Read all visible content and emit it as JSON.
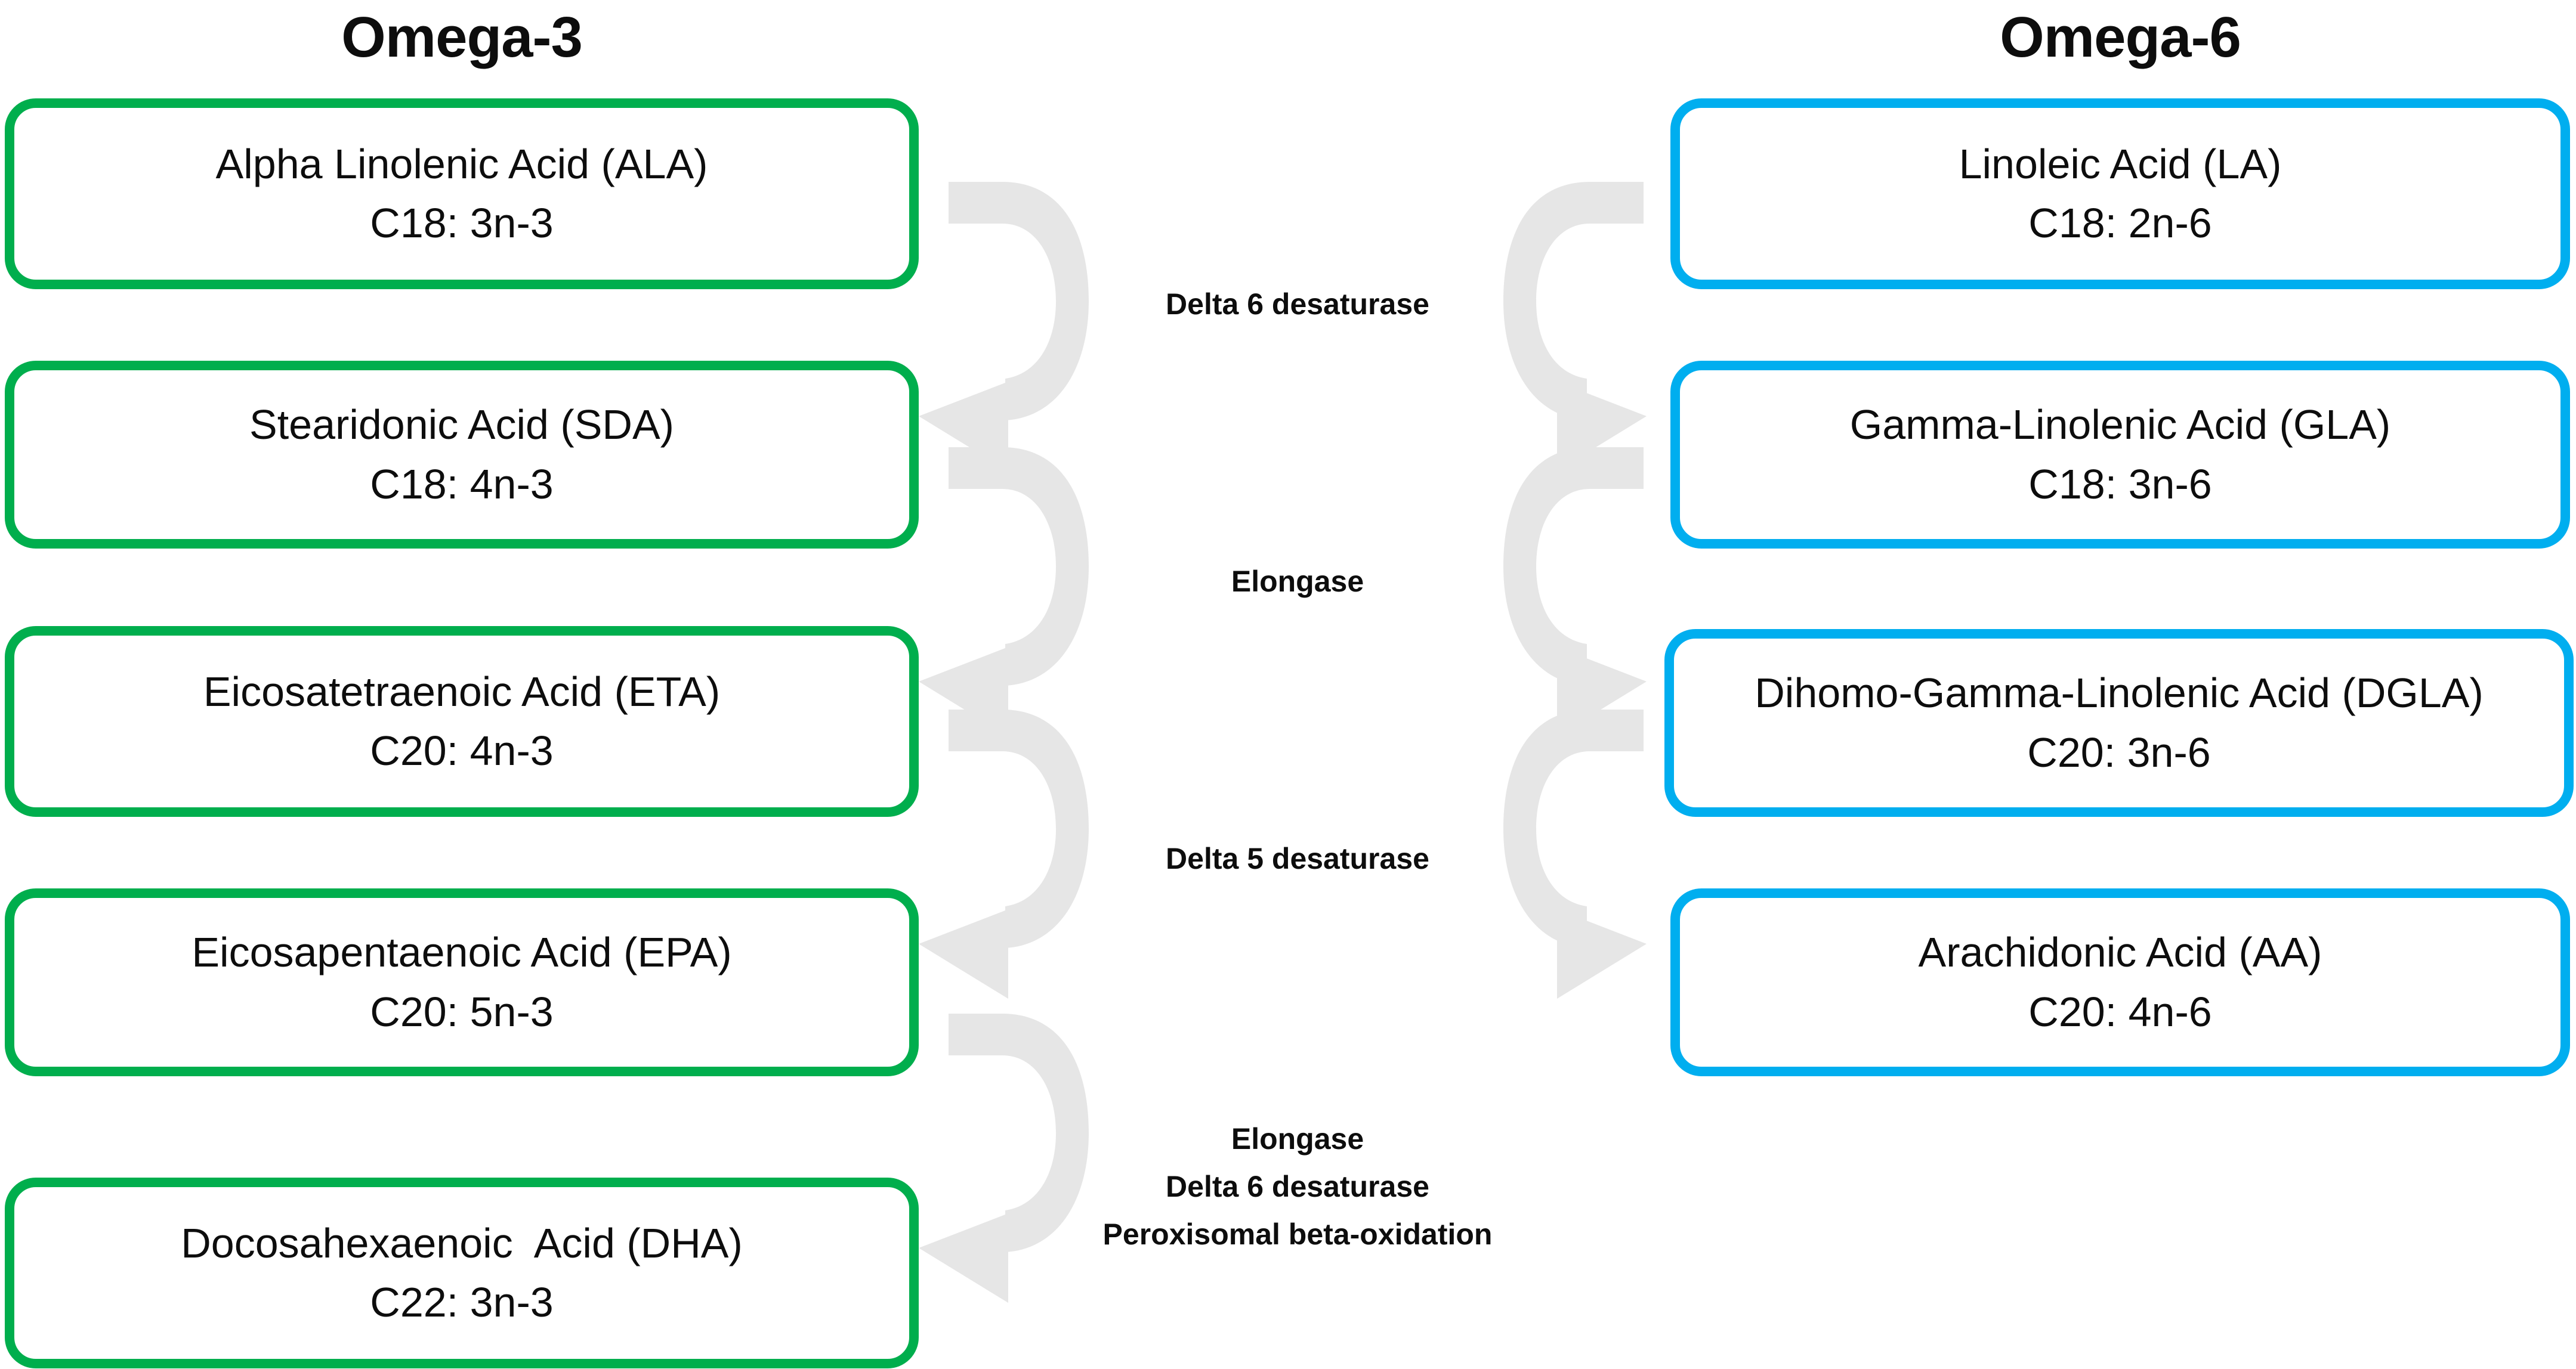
{
  "diagram": {
    "title_left": "Omega-3",
    "title_right": "Omega-6",
    "accent_green": "#00AE4D",
    "accent_blue": "#00AEEF",
    "arrow_gray": "#E6E6E6",
    "text_color": "#0D0D0D"
  },
  "omega3": {
    "heading": "Omega-3",
    "boxes": [
      {
        "name": "Alpha Linolenic Acid (ALA)",
        "code": "C18: 3n-3"
      },
      {
        "name": "Stearidonic Acid (SDA)",
        "code": "C18: 4n-3"
      },
      {
        "name": "Eicosatetraenoic Acid (ETA)",
        "code": "C20: 4n-3"
      },
      {
        "name": "Eicosapentaenoic Acid (EPA)",
        "code": "C20: 5n-3"
      },
      {
        "name": "Docosahexaenoic  Acid (DHA)",
        "code": "C22: 3n-3"
      }
    ]
  },
  "omega6": {
    "heading": "Omega-6",
    "boxes": [
      {
        "name": "Linoleic Acid (LA)",
        "code": "C18: 2n-6"
      },
      {
        "name": "Gamma-Linolenic Acid (GLA)",
        "code": "C18: 3n-6"
      },
      {
        "name": "Dihomo-Gamma-Linolenic Acid (DGLA)",
        "code": "C20: 3n-6"
      },
      {
        "name": "Arachidonic Acid (AA)",
        "code": "C20: 4n-6"
      }
    ]
  },
  "enzymes": [
    {
      "id": "delta6",
      "lines": [
        "Delta 6 desaturase"
      ]
    },
    {
      "id": "elong1",
      "lines": [
        "Elongase"
      ]
    },
    {
      "id": "delta5",
      "lines": [
        "Delta 5 desaturase"
      ]
    },
    {
      "id": "final",
      "lines": [
        "Elongase",
        "Delta 6 desaturase",
        "Peroxisomal beta-oxidation"
      ]
    }
  ],
  "enzyme_text": {
    "delta6": "Delta 6 desaturase",
    "elongase1": "Elongase",
    "delta5": "Delta 5 desaturase",
    "final_line1": "Elongase",
    "final_line2": "Delta 6 desaturase",
    "final_line3": "Peroxisomal beta-oxidation"
  },
  "arrows": {
    "left": [
      {
        "from": "Alpha Linolenic Acid (ALA)",
        "to": "Stearidonic Acid (SDA)",
        "enzyme": "Delta 6 desaturase"
      },
      {
        "from": "Stearidonic Acid (SDA)",
        "to": "Eicosatetraenoic Acid (ETA)",
        "enzyme": "Elongase"
      },
      {
        "from": "Eicosatetraenoic Acid (ETA)",
        "to": "Eicosapentaenoic Acid (EPA)",
        "enzyme": "Delta 5 desaturase"
      },
      {
        "from": "Eicosapentaenoic Acid (EPA)",
        "to": "Docosahexaenoic  Acid (DHA)",
        "enzyme": "Elongase / Delta 6 desaturase / Peroxisomal beta-oxidation"
      }
    ],
    "right": [
      {
        "from": "Linoleic Acid (LA)",
        "to": "Gamma-Linolenic Acid (GLA)",
        "enzyme": "Delta 6 desaturase"
      },
      {
        "from": "Gamma-Linolenic Acid (GLA)",
        "to": "Dihomo-Gamma-Linolenic Acid (DGLA)",
        "enzyme": "Elongase"
      },
      {
        "from": "Dihomo-Gamma-Linolenic Acid (DGLA)",
        "to": "Arachidonic Acid (AA)",
        "enzyme": "Delta 5 desaturase"
      }
    ]
  }
}
